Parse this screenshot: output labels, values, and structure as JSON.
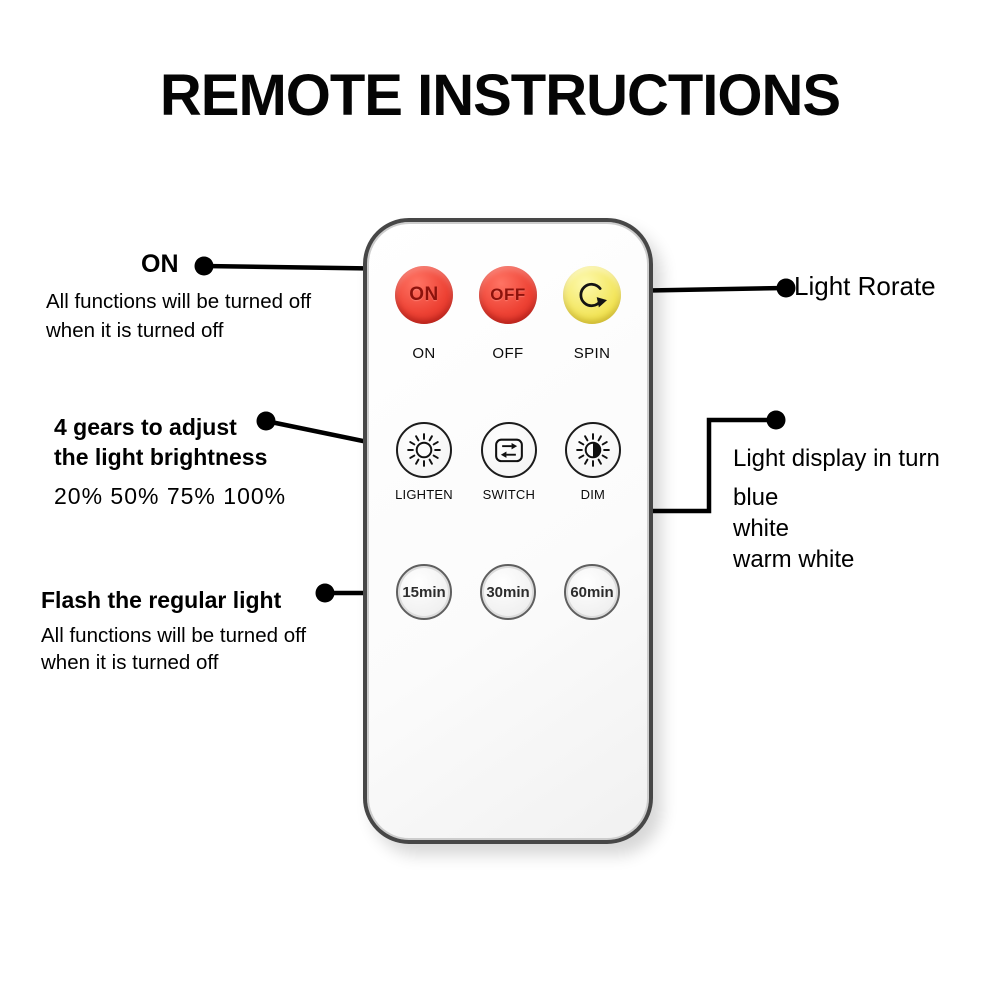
{
  "title": "REMOTE INSTRUCTIONS",
  "colors": {
    "power_button_red": "#ee4335",
    "spin_button_yellow": "#f2e456",
    "connector_line": "#000000",
    "remote_border": "#474747"
  },
  "remote": {
    "power_row": [
      {
        "label": "ON",
        "caption": "ON"
      },
      {
        "label": "OFF",
        "caption": "OFF"
      },
      {
        "icon": "rotate-arrow",
        "caption": "SPIN"
      }
    ],
    "function_row": [
      {
        "icon": "sun-brighten",
        "caption": "LIGHTEN"
      },
      {
        "icon": "cycle-square",
        "caption": "SWITCH"
      },
      {
        "icon": "half-sun-dim",
        "caption": "DIM"
      }
    ],
    "timer_row": [
      {
        "label": "15min"
      },
      {
        "label": "30min"
      },
      {
        "label": "60min"
      }
    ]
  },
  "callouts": {
    "on": {
      "heading": "ON",
      "body1": "All functions will be turned off",
      "body2": "when it is turned off"
    },
    "rotate": {
      "heading": "Light Rorate"
    },
    "brightness": {
      "line1": "4 gears to adjust",
      "line2": "the light brightness",
      "levels": "20% 50% 75% 100%"
    },
    "display": {
      "heading": "Light display in turn",
      "item1": "blue",
      "item2": "white",
      "item3": "warm white"
    },
    "flash": {
      "heading": "Flash the regular light",
      "body1": "All functions will be turned off",
      "body2": "when it is turned off"
    }
  }
}
